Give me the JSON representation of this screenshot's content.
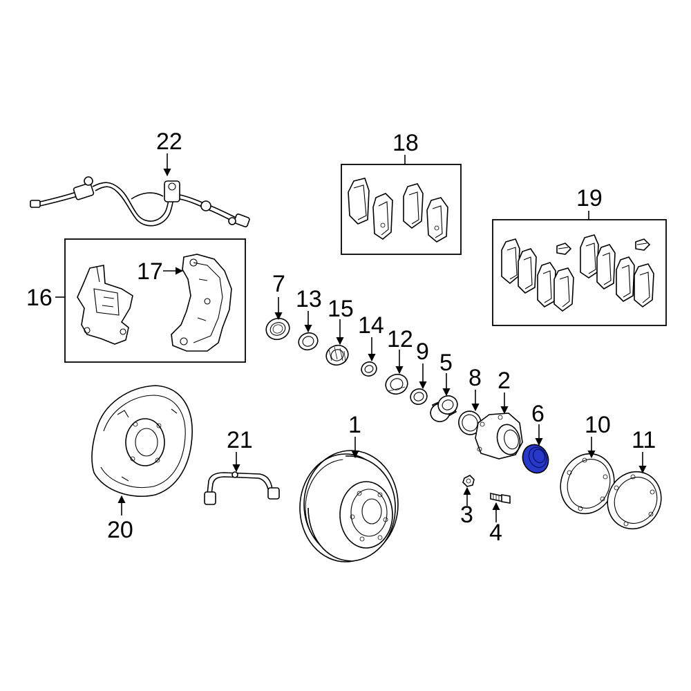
{
  "callouts": {
    "c1": "1",
    "c2": "2",
    "c3": "3",
    "c4": "4",
    "c5": "5",
    "c6": "6",
    "c7": "7",
    "c8": "8",
    "c9": "9",
    "c10": "10",
    "c11": "11",
    "c12": "12",
    "c13": "13",
    "c14": "14",
    "c15": "15",
    "c16": "16",
    "c17": "17",
    "c18": "18",
    "c19": "19",
    "c20": "20",
    "c21": "21",
    "c22": "22"
  },
  "colors": {
    "highlight": "#2838c8",
    "line": "#000000",
    "background": "#ffffff"
  }
}
